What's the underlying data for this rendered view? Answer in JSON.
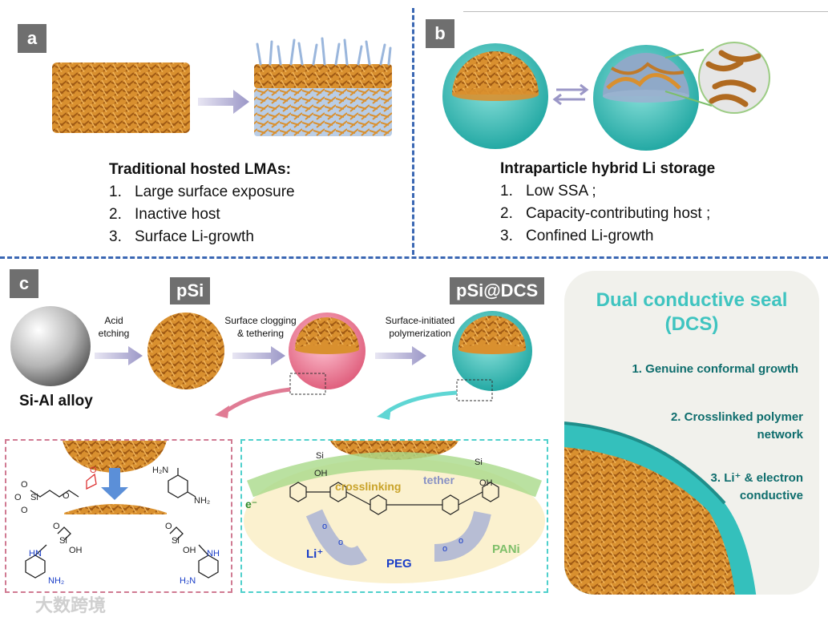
{
  "panel_a": {
    "tag": "a",
    "heading": "Traditional hosted LMAs:",
    "items": [
      "Large surface exposure",
      "Inactive host",
      "Surface Li-growth"
    ]
  },
  "panel_b": {
    "tag": "b",
    "heading": "Intraparticle hybrid Li storage",
    "items": [
      "Low SSA ;",
      "Capacity-contributing host ;",
      "Confined Li-growth"
    ]
  },
  "panel_c": {
    "tag": "c",
    "psi_label": "pSi",
    "psidcs_label": "pSi@DCS",
    "alloy_label": "Si-Al alloy",
    "step1": [
      "Acid",
      "etching"
    ],
    "step2": [
      "Surface clogging",
      "& tethering"
    ],
    "step3": [
      "Surface-initiated",
      "polymerization"
    ],
    "chem_labels": {
      "crosslinking": "crosslinking",
      "tether": "tether",
      "li": "Li⁺",
      "peg": "PEG",
      "pani": "PANi",
      "e": "e⁻"
    }
  },
  "dcs": {
    "title_line1": "Dual conductive seal",
    "title_line2": "(DCS)",
    "item1": "1. Genuine conformal growth",
    "item2_line1": "2. Crosslinked polymer",
    "item2_line2": "network",
    "item3_line1": "3. Li⁺ & electron",
    "item3_line2": "conductive"
  },
  "watermark": "大数跨境",
  "colors": {
    "teal": "#3fc4c0",
    "pink": "#e8889f",
    "orange": "#d98a2b",
    "dash_blue": "#3a67b3"
  }
}
